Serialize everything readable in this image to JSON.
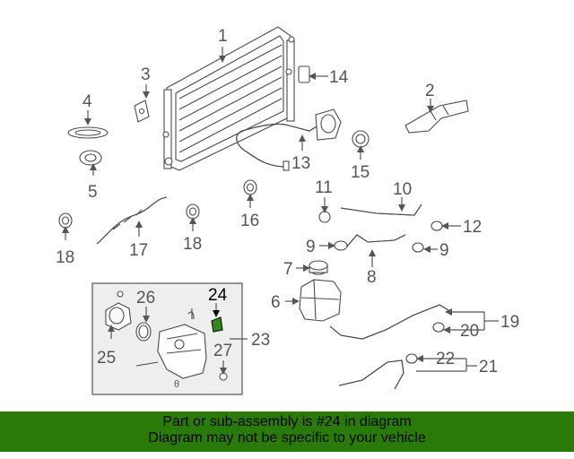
{
  "diagram": {
    "labels": {
      "p1": "1",
      "p2": "2",
      "p3": "3",
      "p4": "4",
      "p5": "5",
      "p6": "6",
      "p7": "7",
      "p8": "8",
      "p9a": "9",
      "p9b": "9",
      "p10": "10",
      "p11": "11",
      "p12": "12",
      "p13": "13",
      "p14": "14",
      "p15": "15",
      "p16": "16",
      "p17": "17",
      "p18a": "18",
      "p18b": "18",
      "p19": "19",
      "p20": "20",
      "p21": "21",
      "p22": "22",
      "p23": "23",
      "p24": "24",
      "p25": "25",
      "p26": "26",
      "p27": "27"
    },
    "highlight_color": "#2f8a1a"
  },
  "banner": {
    "line1": "Part or sub-assembly is #24 in diagram",
    "line2": "Diagram may not be specific to your vehicle",
    "background": "#2a7a0a"
  }
}
